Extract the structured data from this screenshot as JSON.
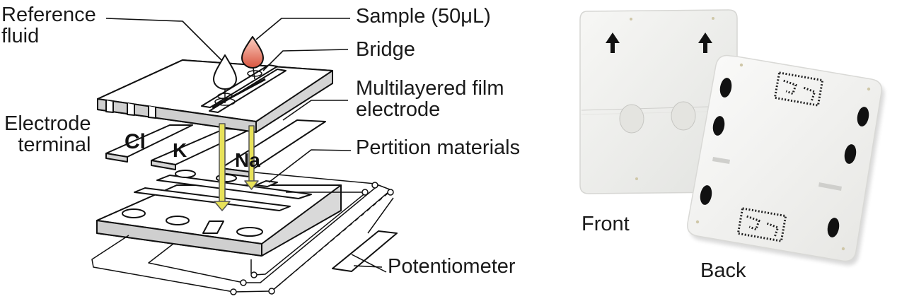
{
  "labels": {
    "reference_fluid_line1": "Reference",
    "reference_fluid_line2": "fluid",
    "sample": "Sample (50μL)",
    "bridge": "Bridge",
    "film_electrode_line1": "Multilayered film",
    "film_electrode_line2": "electrode",
    "electrode_terminal_line1": "Electrode",
    "electrode_terminal_line2": "terminal",
    "partition_materials": "Pertition materials",
    "potentiometer": "Potentiometer",
    "front": "Front",
    "back": "Back"
  },
  "electrodes": {
    "cl": "Cl",
    "k": "K",
    "na": "Na"
  },
  "colors": {
    "line": "#111111",
    "flow_arrow": "#e8e25a",
    "sample_drop": "#e06a58",
    "slide_body": "#f1f1ef"
  },
  "icons": [
    "up-arrow-icon",
    "up-arrow-icon"
  ]
}
